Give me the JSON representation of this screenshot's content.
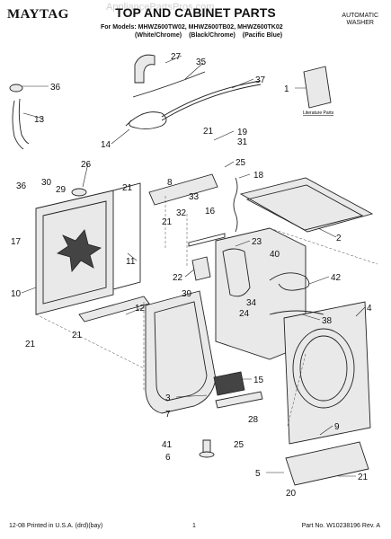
{
  "header": {
    "brand": "MAYTAG",
    "title": "TOP AND CABINET PARTS",
    "watermark": "AppliancePartsPros.com",
    "product_type_line1": "AUTOMATIC",
    "product_type_line2": "WASHER",
    "models": "For Models: MHWZ600TW02, MHWZ600TB02, MHWZ600TK02",
    "colors": [
      "(White/Chrome)",
      "(Black/Chrome)",
      "(Pacific Blue)"
    ]
  },
  "literature_label": "Literature Parts",
  "footer": {
    "printed": "12-08 Printed in U.S.A. (drd)(bay)",
    "page": "1",
    "part_no": "Part No. W10238196 Rev. A"
  },
  "callouts": [
    "27",
    "35",
    "36",
    "13",
    "14",
    "37",
    "1",
    "21",
    "19",
    "31",
    "25",
    "18",
    "26",
    "30",
    "29",
    "36",
    "8",
    "21",
    "33",
    "16",
    "17",
    "21",
    "32",
    "2",
    "23",
    "40",
    "10",
    "11",
    "22",
    "42",
    "39",
    "34",
    "24",
    "12",
    "38",
    "4",
    "21",
    "21",
    "15",
    "3",
    "7",
    "41",
    "6",
    "28",
    "25",
    "9",
    "5",
    "21",
    "20"
  ]
}
